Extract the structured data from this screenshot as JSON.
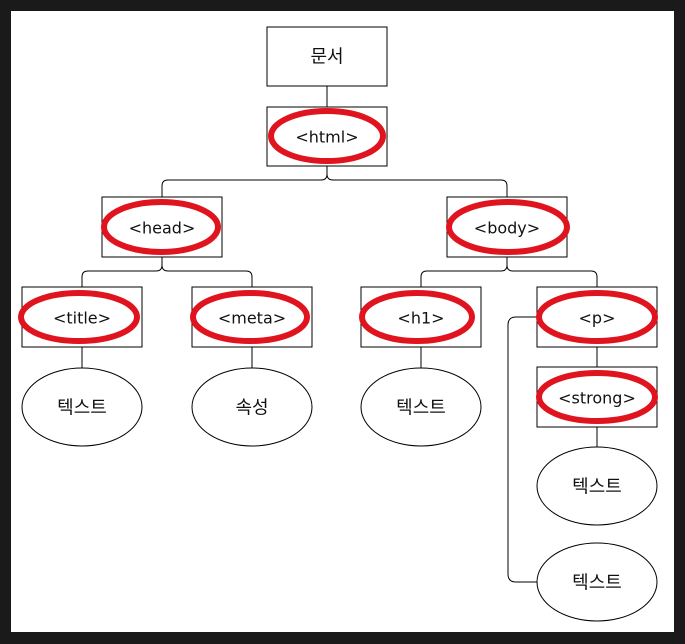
{
  "nodes": {
    "document": "문서",
    "html": "<html>",
    "head": "<head>",
    "body": "<body>",
    "title": "<title>",
    "meta": "<meta>",
    "h1": "<h1>",
    "p": "<p>",
    "strong": "<strong>",
    "title_text": "텍스트",
    "meta_attr": "속성",
    "h1_text": "텍스트",
    "strong_text": "텍스트",
    "p_text": "텍스트"
  },
  "highlighted": [
    "html",
    "head",
    "body",
    "title",
    "meta",
    "h1",
    "p",
    "strong"
  ],
  "colors": {
    "frame": "#1a1a1a",
    "highlight": "#e0141e",
    "stroke": "#000000"
  }
}
